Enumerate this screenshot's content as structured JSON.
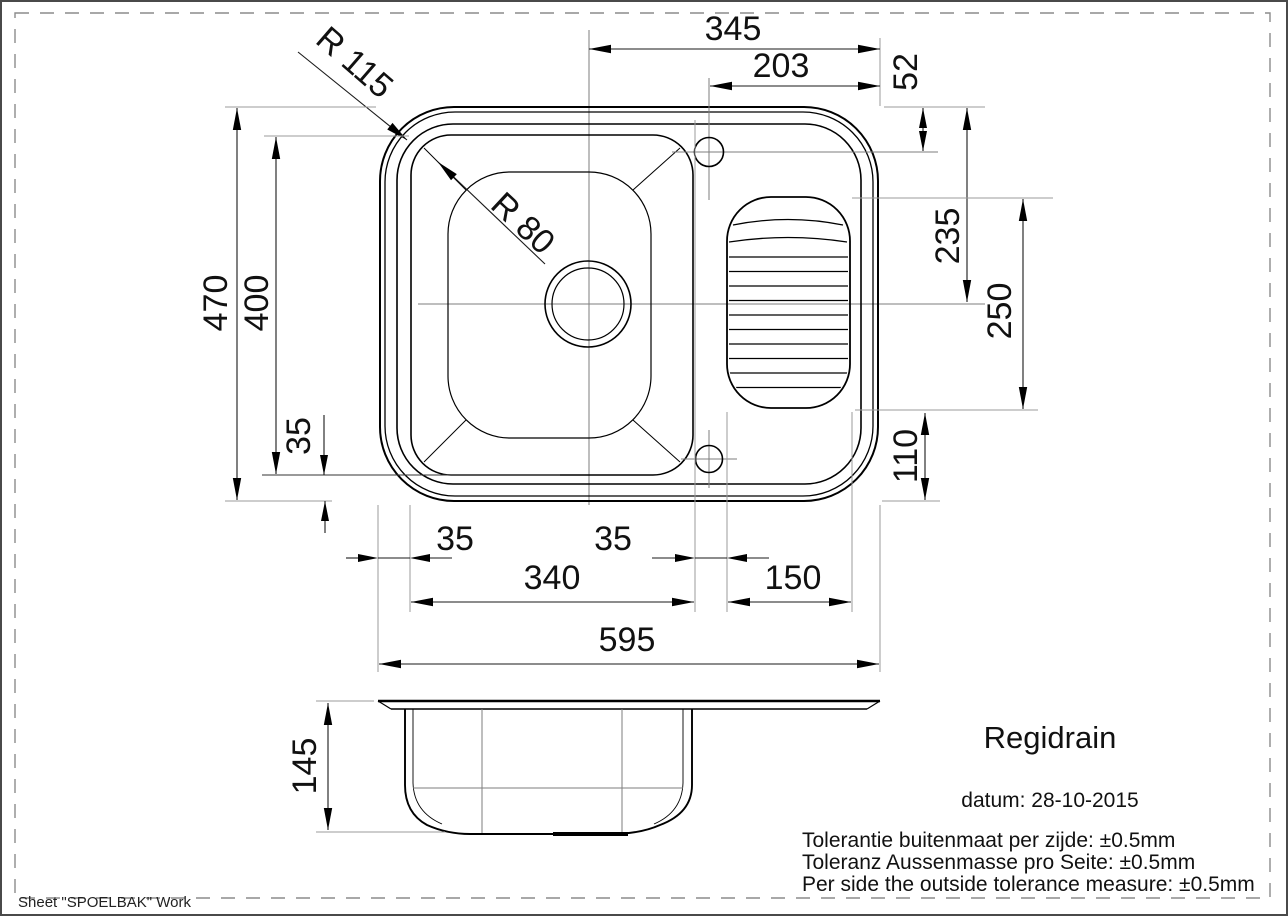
{
  "drawing": {
    "title": "Regidrain",
    "date_line": "datum: 28-10-2015",
    "tolerance_nl": "Tolerantie buitenmaat per zijde: ±0.5mm",
    "tolerance_de": "Toleranz Aussenmasse pro Seite: ±0.5mm",
    "tolerance_en": "Per side the outside tolerance measure: ±0.5mm",
    "sheet_label": "Sheet \"SPOELBAK\" Work"
  },
  "dims": {
    "top_345": "345",
    "faucet_203": "203",
    "faucet_52": "52",
    "radius_outer": "R 115",
    "radius_bowl": "R 80",
    "height_470": "470",
    "bowl_height_400": "400",
    "left_gap_35": "35",
    "right_235": "235",
    "drainboard_height_250": "250",
    "right_gap_110": "110",
    "bottom_gap_35a": "35",
    "bottom_gap_35b": "35",
    "bowl_width_340": "340",
    "drainboard_width_150": "150",
    "total_width_595": "595",
    "depth_145": "145"
  },
  "colors": {
    "line": "#000000",
    "extension_line": "#9b9b9b",
    "background": "#ffffff"
  }
}
